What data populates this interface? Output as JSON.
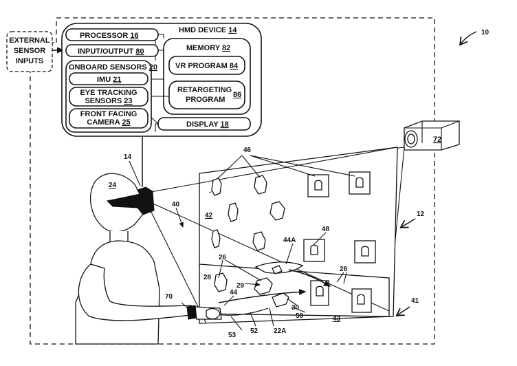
{
  "figure_number": "10",
  "external_sensor_inputs": [
    "EXTERNAL",
    "SENSOR",
    "INPUTS"
  ],
  "hmd": {
    "title": "HMD DEVICE",
    "title_ref": "14",
    "processor": "PROCESSOR",
    "processor_ref": "16",
    "io": "INPUT/OUTPUT",
    "io_ref": "80",
    "onboard": "ONBOARD SENSORS",
    "onboard_ref": "20",
    "imu": "IMU",
    "imu_ref": "21",
    "eye_line1": "EYE TRACKING",
    "eye_line2": "SENSORS",
    "eye_ref": "23",
    "camera_line1": "FRONT FACING",
    "camera_line2": "CAMERA",
    "camera_ref": "25",
    "memory": "MEMORY",
    "memory_ref": "82",
    "vr": "VR PROGRAM",
    "vr_ref": "84",
    "retarget_line1": "RETARGETING",
    "retarget_line2": "PROGRAM",
    "retarget_ref": "86",
    "display": "DISPLAY",
    "display_ref": "18"
  },
  "camera_device_ref": "72",
  "references": {
    "r14": "14",
    "r24": "24",
    "r46": "46",
    "r40": "40",
    "r42": "42",
    "r12": "12",
    "r48": "48",
    "r44A": "44A",
    "r26a": "26",
    "r26b": "26",
    "r28": "28",
    "r29": "29",
    "r44": "44",
    "r70": "70",
    "r30": "30",
    "r50": "50",
    "r43": "43",
    "r41": "41",
    "r53": "53",
    "r52": "52",
    "r22A": "22A"
  }
}
